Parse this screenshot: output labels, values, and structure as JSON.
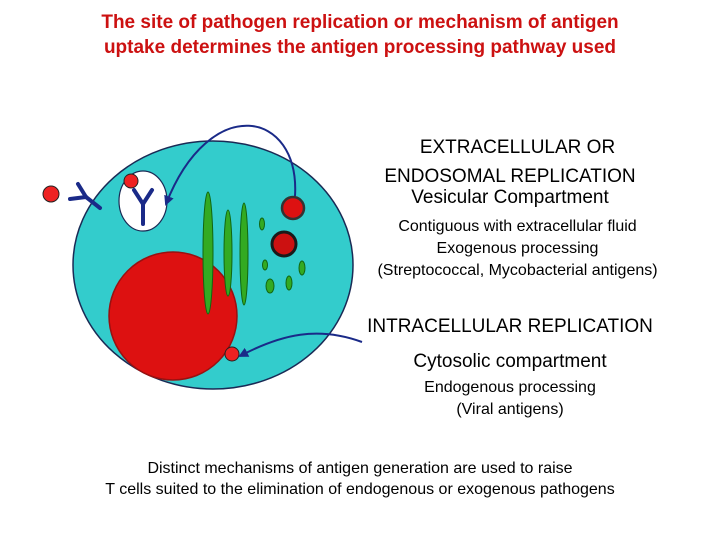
{
  "title": {
    "line1": "The site of pathogen replication or mechanism of antigen",
    "line2": "uptake determines the antigen processing pathway used"
  },
  "extracellular": {
    "heading1": "EXTRACELLULAR OR",
    "heading2": "ENDOSOMAL REPLICATION",
    "compartment": "Vesicular Compartment",
    "detail1": "Contiguous with extracellular fluid",
    "detail2": "Exogenous processing",
    "detail3": "(Streptococcal, Mycobacterial antigens)"
  },
  "intracellular": {
    "heading": "INTRACELLULAR REPLICATION",
    "compartment": "Cytosolic compartment",
    "detail1": "Endogenous processing",
    "detail2": "(Viral antigens)"
  },
  "footer": {
    "line1": "Distinct mechanisms of antigen generation are used to raise",
    "line2": "T cells suited to the elimination of endogenous or exogenous pathogens"
  },
  "colors": {
    "title": "#cc1111",
    "cell": "#33cccc",
    "nucleus": "#dd1111",
    "pathogen": "#ee2222",
    "organelle": "#33aa22",
    "antibody": "#1a2a88",
    "arrow": "#1a2a88"
  }
}
